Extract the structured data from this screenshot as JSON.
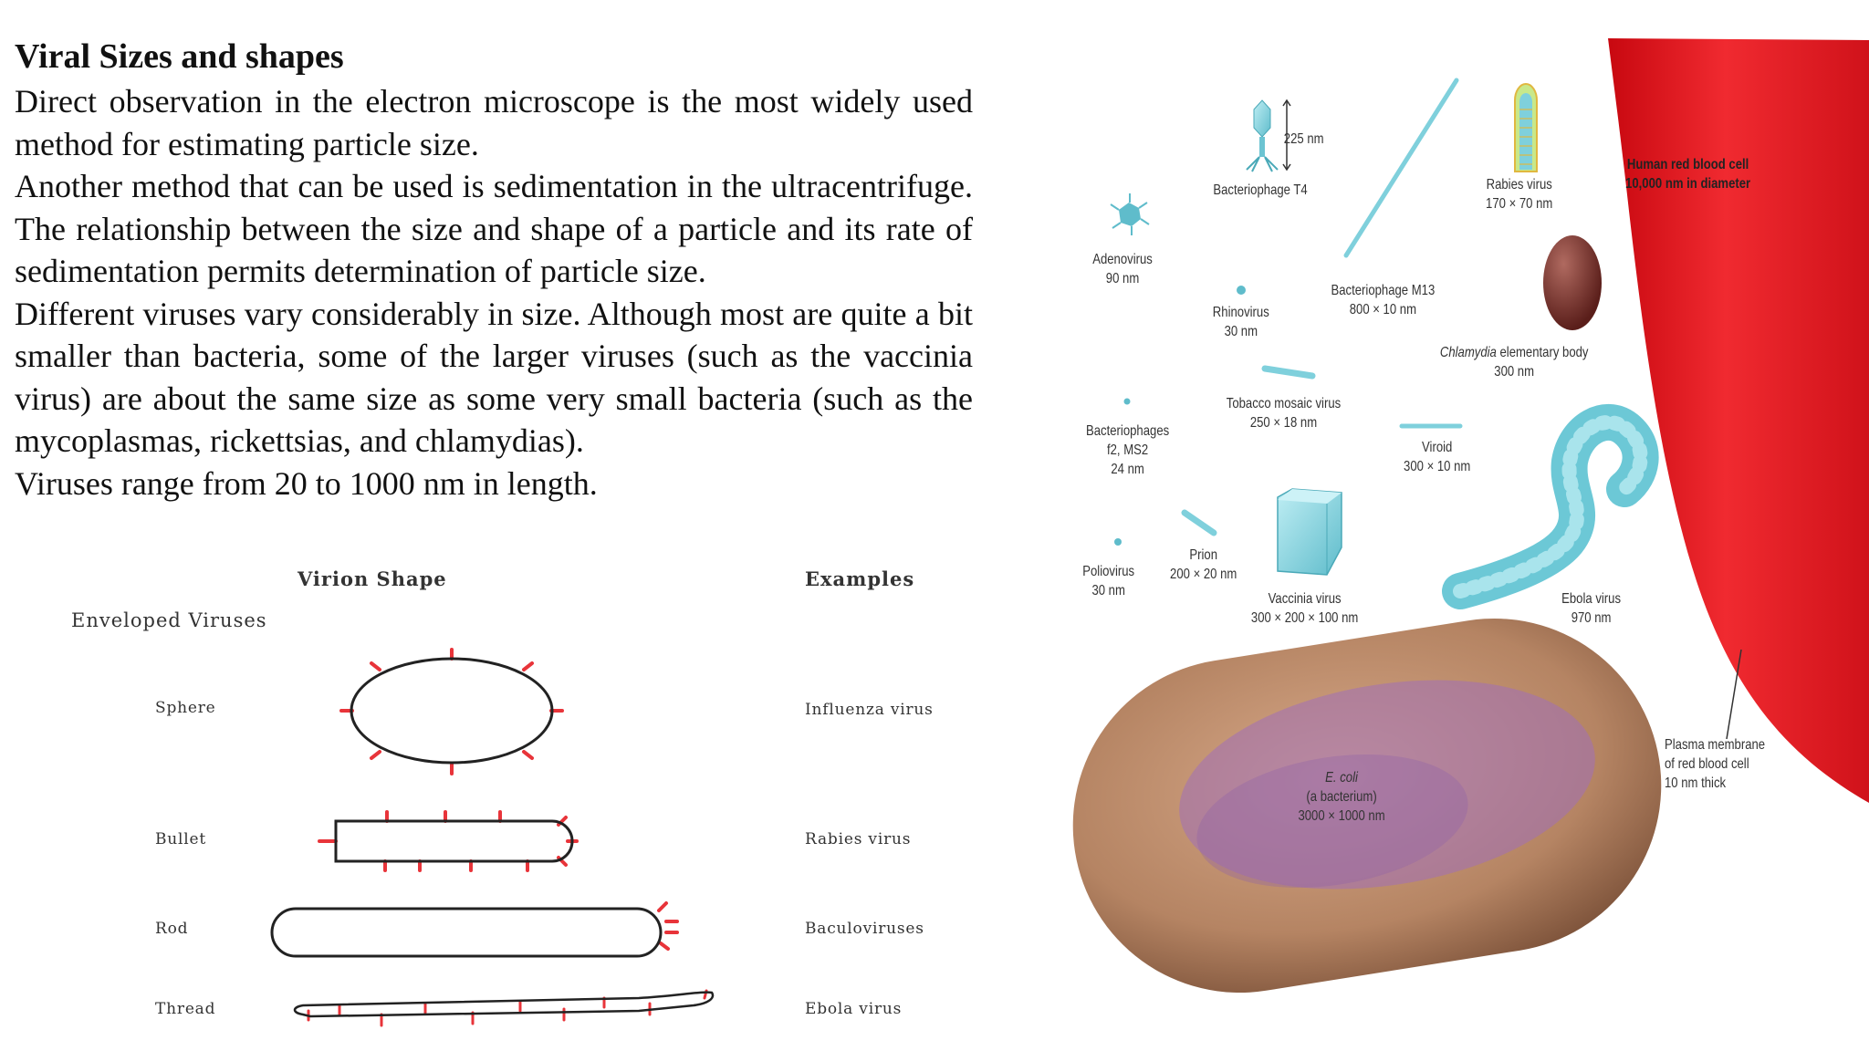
{
  "text": {
    "title": "Viral Sizes and shapes",
    "p1": "Direct observation in the electron microscope is the most widely used method for estimating particle size.",
    "p2": "Another method that can be used is sedimentation in the ultracentrifuge. The relationship between the size and shape of a particle and its rate of sedimentation permits determination of particle size.",
    "p3": "Different viruses vary considerably in size. Although most are quite a bit smaller than bacteria, some of the larger viruses (such as the vaccinia virus) are about the same size as some very small bacteria (such as the mycoplasmas, rickettsias, and chlamydias).",
    "p4": "Viruses range from 20 to 1000 nm in length."
  },
  "shapes_table": {
    "col_shape": "Virion Shape",
    "col_examples": "Examples",
    "group": "Enveloped Viruses",
    "rows": [
      {
        "shape": "Sphere",
        "example": "Influenza virus"
      },
      {
        "shape": "Bullet",
        "example": "Rabies virus"
      },
      {
        "shape": "Rod",
        "example": "Baculoviruses"
      },
      {
        "shape": "Thread",
        "example": "Ebola virus"
      }
    ],
    "spike_color": "#e8343a"
  },
  "size_figure": {
    "labels": {
      "t4_scale": "225 nm",
      "t4_name": "Bacteriophage T4",
      "rabies_name": "Rabies virus",
      "rabies_size": "170 × 70 nm",
      "rbc_name": "Human red blood cell",
      "rbc_size": "10,000 nm in diameter",
      "adeno_name": "Adenovirus",
      "adeno_size": "90 nm",
      "rhino_name": "Rhinovirus",
      "rhino_size": "30 nm",
      "m13_name": "Bacteriophage M13",
      "m13_size": "800 × 10 nm",
      "chlamydia_name": "Chlamydia",
      "chlamydia_name_rest": " elementary body",
      "chlamydia_size": "300 nm",
      "tmv_name": "Tobacco mosaic virus",
      "tmv_size": "250 × 18 nm",
      "phage_name": "Bacteriophages",
      "phage_name2": "f2, MS2",
      "phage_size": "24 nm",
      "viroid_name": "Viroid",
      "viroid_size": "300 × 10 nm",
      "prion_name": "Prion",
      "prion_size": "200 × 20 nm",
      "polio_name": "Poliovirus",
      "polio_size": "30 nm",
      "vaccinia_name": "Vaccinia virus",
      "vaccinia_size": "300 × 200 × 100 nm",
      "ebola_name": "Ebola virus",
      "ebola_size": "970 nm",
      "ecoli_name": "E. coli",
      "ecoli_desc": "(a bacterium)",
      "ecoli_size": "3000 × 1000 nm",
      "membrane_l1": "Plasma membrane",
      "membrane_l2": "of red blood cell",
      "membrane_l3": "10 nm thick"
    },
    "colors": {
      "virus_cyan": "#7fd0dc",
      "rbc_red": "#e8141c",
      "ecoli_brown": "#b98a6a",
      "ecoli_purple": "#a070b8",
      "chlamydia_brown": "#7a2e2a"
    }
  }
}
